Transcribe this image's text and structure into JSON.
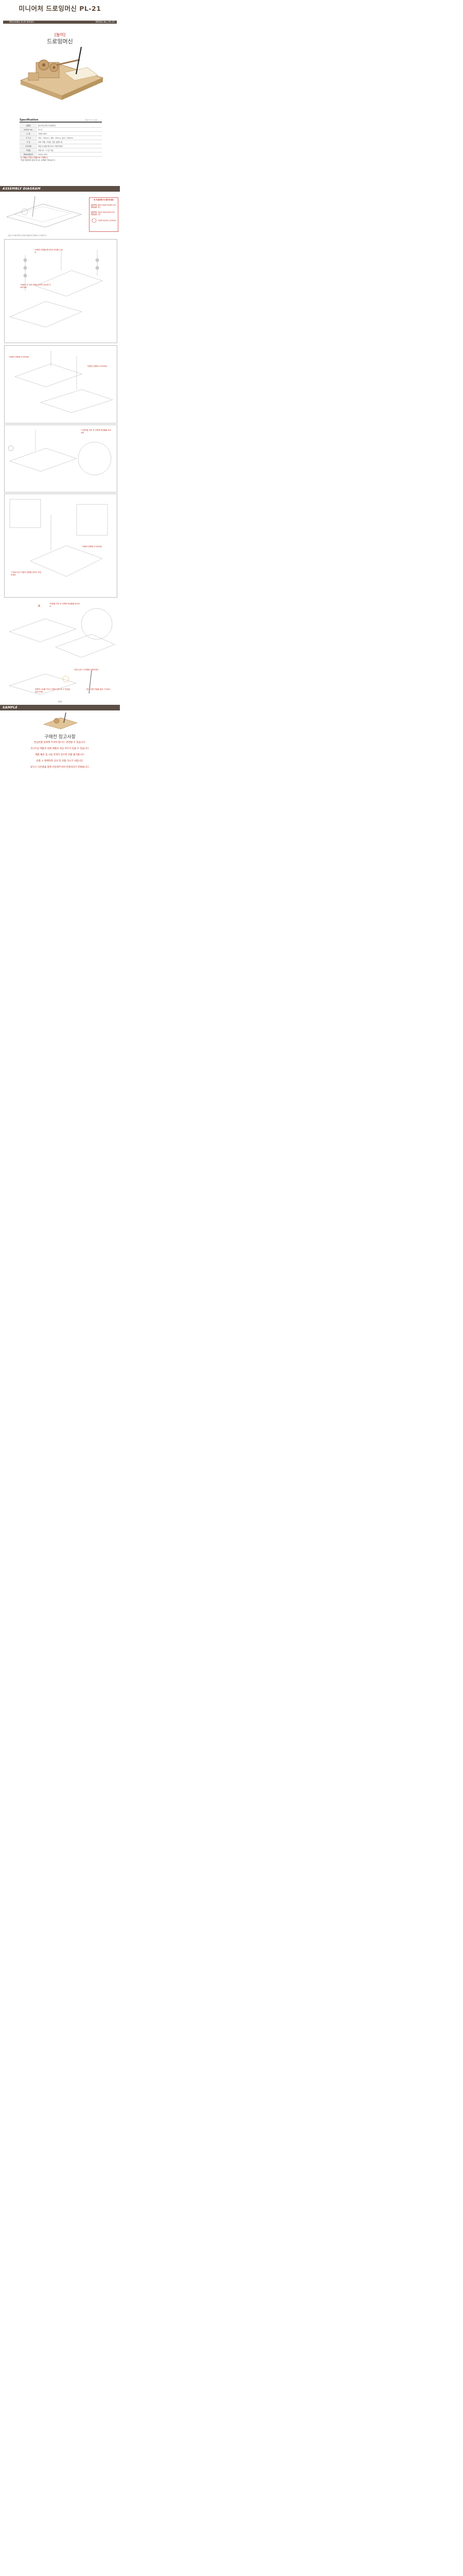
{
  "header": {
    "title": "미니어처 드로잉머신 PL-21",
    "series": "MECHANIC PLAY SERIES",
    "model": "MODEL No. | PL-21"
  },
  "hero": {
    "category": "[놀이]",
    "name": "드로잉머신"
  },
  "specification": {
    "title": "Specification",
    "subtitle": "제품사양 및 구성품",
    "rows": [
      {
        "key": "상품명",
        "value": "놀이-미니어처 드로잉머신"
      },
      {
        "key": "MODEL No.",
        "value": "PL-21"
      },
      {
        "key": "소 재",
        "value": "고밀도 MDF"
      },
      {
        "key": "크 기 X",
        "value": "가로 : 140mm / 세로 : 90mm / 높이 : 180mm"
      },
      {
        "key": "구 성",
        "value": "MDF 부품, 고무줄, 연필, 설명서 등"
      },
      {
        "key": "주의사항",
        "value": "조립 전 설명서를 반드시 확인하세요"
      },
      {
        "key": "구입일",
        "value": "조립시간 : 2시간 이상"
      },
      {
        "key": "제조사/원산지",
        "value": "코리아 / 한국"
      }
    ],
    "notice_line1": "본 제품은 조립식 제품으로 구매하신",
    "notice_line2": "직접 조립하여 완성 하시는 교육용 키트입니다."
  },
  "assembly": {
    "title": "ASSEMBLY DIAGRAM",
    "warning_title": "꼭 조립전에 꼭 알아주세요",
    "warnings": [
      "제일의 부분에 목공풀을 바르세요",
      "제일의 부분에 접착제 바르세요",
      "방향을 확인하여 조립하세요"
    ],
    "guide": "조립시 주의를 잘하여 조립을 원활하게 진행하시기 바랍니다",
    "notes": [
      "*부품의 방향을 확인하여 조립해 주세요",
      "*부품의 앞 뒤면 방향이 바뀌지 않도록 주의하세요",
      "*부품의 방향에 주의하세요",
      "*부품의 방향에 주의하세요",
      "*고정핀을 끼운 후 뒤쪽에 목공풀을 바르세요",
      "*부품의 방향에 주의하세요",
      "*그림과 같이 부품의 방향을 맞추어 조립하세요",
      "*부품을 끼운 후 뒤쪽에 목공풀을 바르세요",
      "그림과 같이 고무줄을 연결하세요",
      "위쪽에 나무를 끼우고 빈틈이 없도록 이 부분을 눌러주세요",
      "종이 위에 연필을 올려 그리세요",
      "*완성"
    ]
  },
  "sample": {
    "title": "SAMPLE"
  },
  "purchase": {
    "title": "구매전 참고사항",
    "lines": [
      "변심반품 등록해 주셔야 합니다. 변경될 수 있습니다.",
      "모니터상 제품과 실제 제품의 색상 차이가 있을 수 있습니다.",
      "제품 훼손 및 사용 흔적이 있으면 반품 불가합니다.",
      "반품 시 판매자와 상의 후 반품 하시기 바랍니다.",
      "받으신 사은품을 함께 반송해주셔야 반품처리가 완료됩니다."
    ]
  },
  "colors": {
    "bar": "#5c4e45",
    "accent_red": "#c0392b",
    "wood": "#d9b987",
    "wood_dark": "#a9825a"
  }
}
